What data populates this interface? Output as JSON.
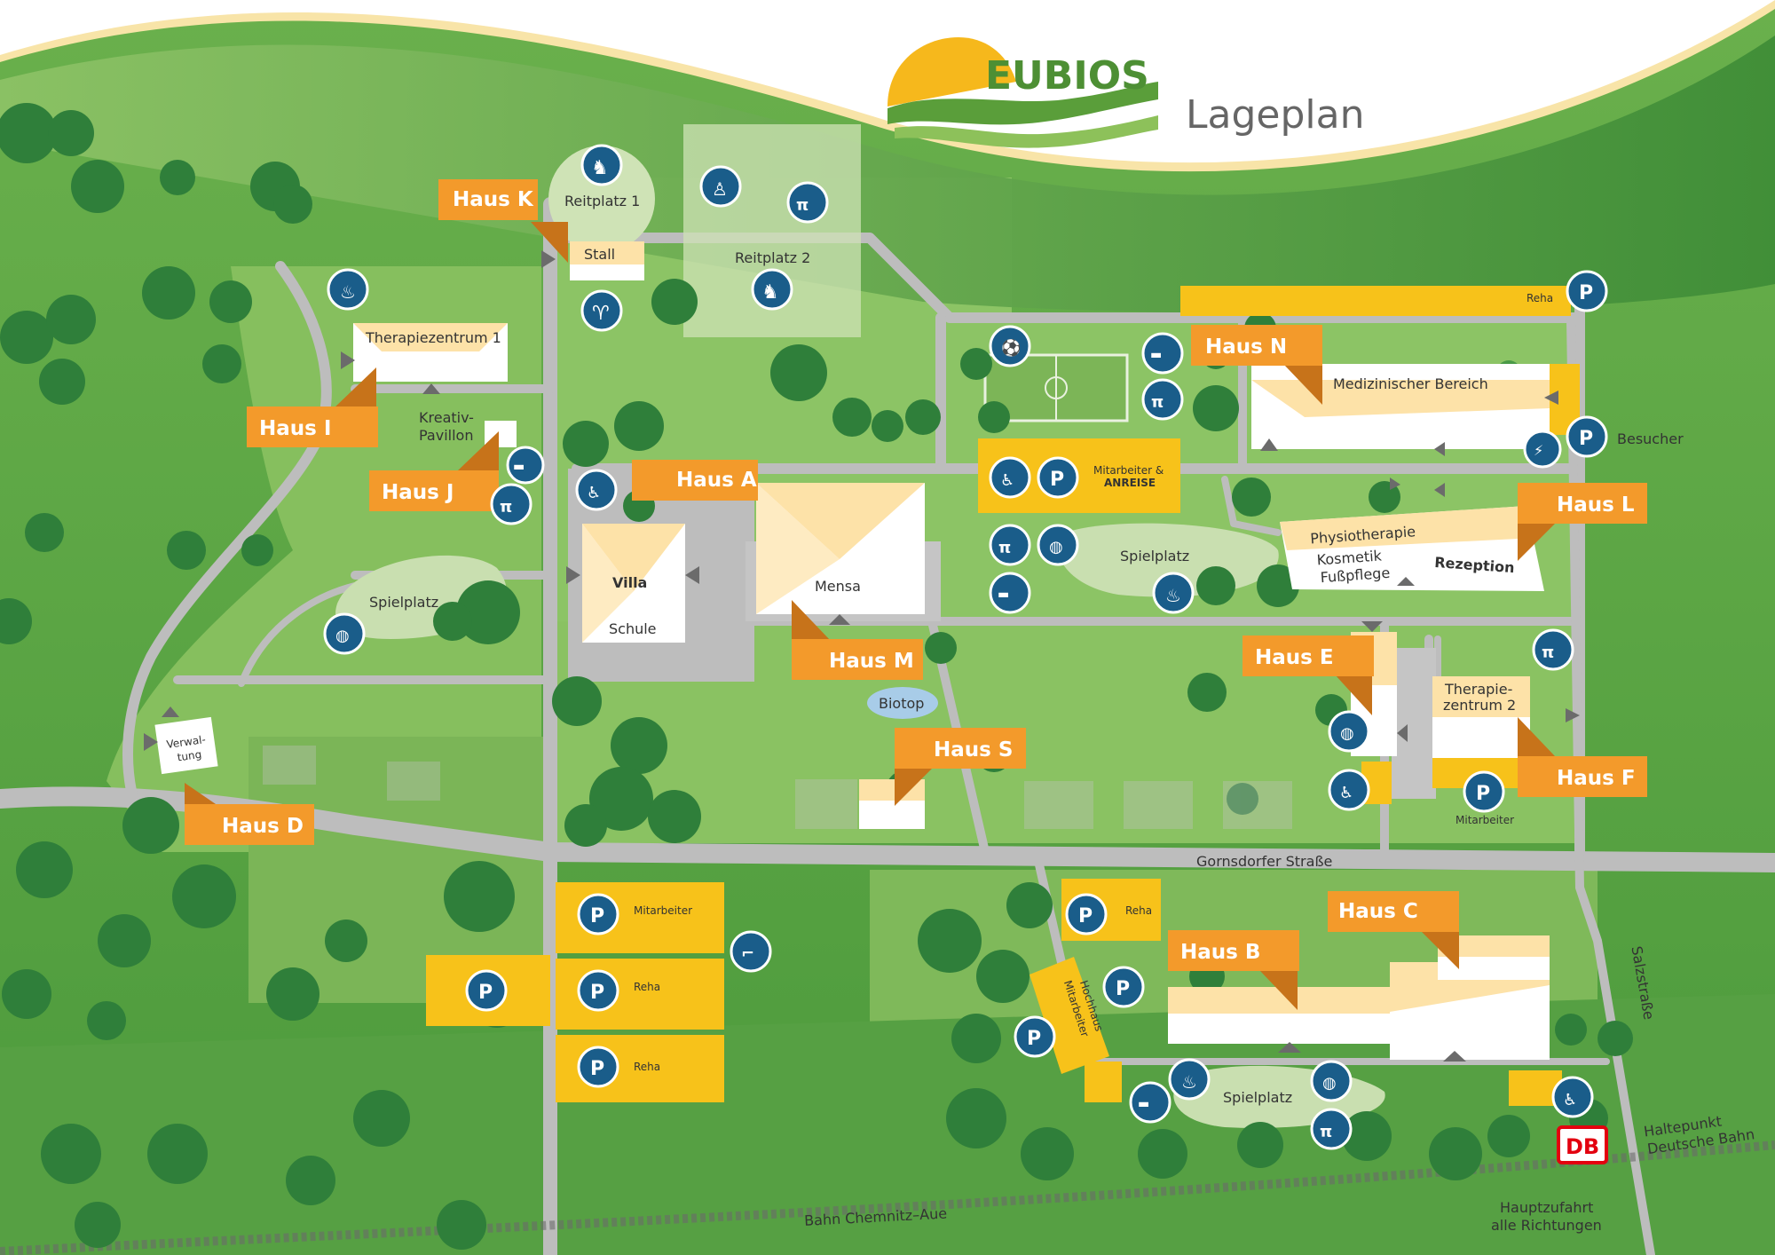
{
  "header": {
    "brand": "EUBIOS",
    "title": "Lageplan"
  },
  "colors": {
    "grass_dark": "#4d9a3e",
    "grass_light": "#8cc265",
    "road": "#bdbdbd",
    "parking": "#f7c21a",
    "haus_label": "#f39a2b",
    "icon": "#1a5d8a",
    "brand_green": "#5a9e3a",
    "brand_yellow": "#f6b81c"
  },
  "haus_labels": {
    "a": "Haus A",
    "b": "Haus B",
    "c": "Haus C",
    "d": "Haus D",
    "e": "Haus E",
    "f": "Haus F",
    "i": "Haus I",
    "j": "Haus J",
    "k": "Haus K",
    "l": "Haus L",
    "m": "Haus M",
    "n": "Haus N",
    "s": "Haus S"
  },
  "places": {
    "reitplatz1": "Reitplatz 1",
    "reitplatz2": "Reitplatz 2",
    "stall": "Stall",
    "therapiezentrum1": "Therapiezentrum 1",
    "kreativ1": "Kreativ-",
    "kreativ2": "Pavillon",
    "villa": "Villa",
    "schule": "Schule",
    "mensa": "Mensa",
    "spielplatz_west": "Spielplatz",
    "spielplatz_mid": "Spielplatz",
    "spielplatz_south": "Spielplatz",
    "biotop": "Biotop",
    "verwaltung1": "Verwal-",
    "verwaltung2": "tung",
    "med": "Medizinischer Bereich",
    "physio": "Physiotherapie",
    "kosmetik1": "Kosmetik",
    "kosmetik2": "Fußpflege",
    "rezeption": "Rezeption",
    "therapie2a": "Therapie-",
    "therapie2b": "zentrum 2",
    "besucher": "Besucher",
    "haltepunkt1": "Haltepunkt",
    "haltepunkt2": "Deutsche Bahn",
    "hauptzufahrt1": "Hauptzufahrt",
    "hauptzufahrt2": "alle Richtungen",
    "db": "DB"
  },
  "streets": {
    "gornsdorfer": "Gornsdorfer Straße",
    "salzstrasse": "Salzstraße",
    "bahn": "Bahn Chemnitz–Aue"
  },
  "parking_labels": {
    "reha_top": "Reha",
    "mitarbeiter_anreise1": "Mitarbeiter &",
    "mitarbeiter_anreise2": "ANREISE",
    "mitarbeiter_f": "Mitarbeiter",
    "mitarbeiter_sw": "Mitarbeiter",
    "reha_sw1": "Reha",
    "reha_sw2": "Reha",
    "reha_south": "Reha",
    "mitarbeiter_south": "Mitarbeiter",
    "hochhaus": "Hochhaus"
  },
  "icons": {
    "parking_symbol": "P",
    "types": [
      "horse-icon",
      "goat-icon",
      "campfire-icon",
      "smoking-area-icon",
      "picnic-bench-icon",
      "playground-icon",
      "football-icon",
      "wheelchair-parking-icon",
      "parking-icon",
      "ev-charging-icon",
      "stairs-icon",
      "alpaca-icon"
    ]
  }
}
